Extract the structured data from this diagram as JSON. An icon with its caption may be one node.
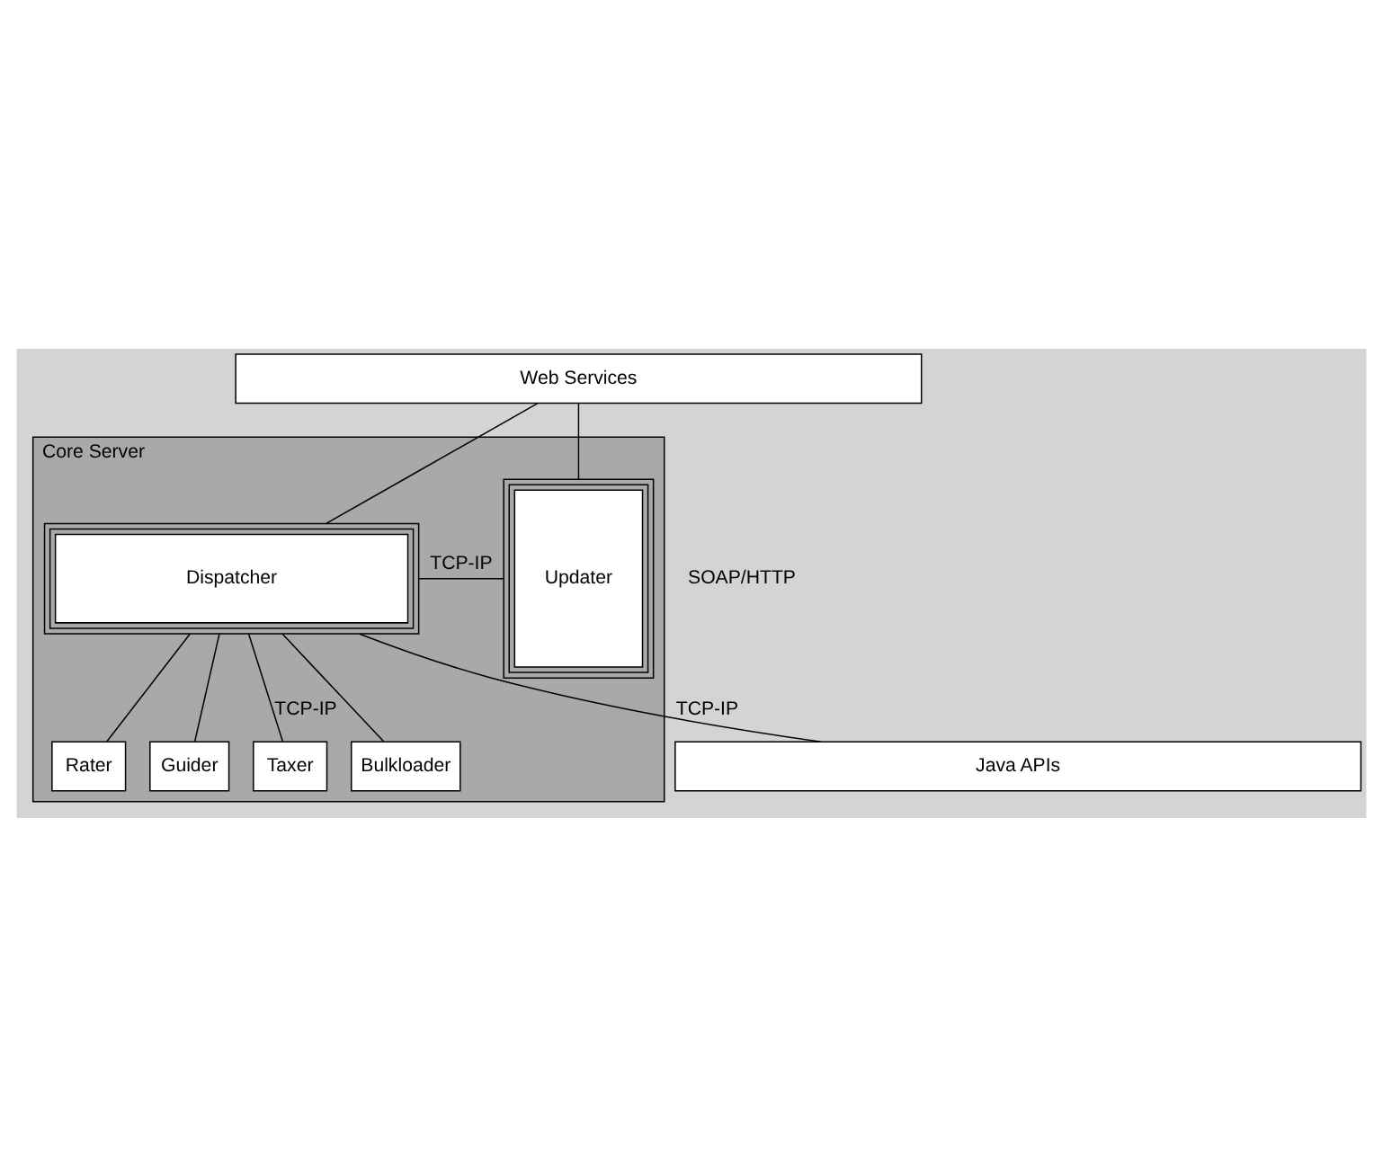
{
  "diagram": {
    "nodes": [
      {
        "text": [
          "Web Services"
        ]
      },
      {
        "text": [
          "Core Server"
        ]
      },
      {
        "text": [
          "Dispatcher"
        ],
        "in": 1
      },
      {
        "text": [
          "Updater"
        ],
        "in": 1
      },
      {
        "text": [
          "Rater"
        ],
        "in": 1
      },
      {
        "text": [
          "Guider"
        ],
        "in": 1
      },
      {
        "text": [
          "Taxer"
        ],
        "in": 1
      },
      {
        "text": [
          "Bulkloader"
        ],
        "in": 1
      },
      {
        "text": [
          "Java APIs"
        ]
      }
    ],
    "edges": [
      {
        "from": 0,
        "to": 2,
        "arrow": "none"
      },
      {
        "from": 0,
        "to": 3,
        "arrow": "none"
      },
      {
        "from": 2,
        "to": 3,
        "arrow": "none",
        "label": "TCP-IP"
      },
      {
        "from": 2,
        "to": 4,
        "arrow": "none"
      },
      {
        "from": 2,
        "to": 5,
        "arrow": "none"
      },
      {
        "from": 2,
        "to": 6,
        "arrow": "none",
        "label": "TCP-IP"
      },
      {
        "from": 2,
        "to": 7,
        "arrow": "none"
      },
      {
        "from": 2,
        "to": 8,
        "arrow": "none",
        "label": "TCP-IP"
      }
    ],
    "labels": [
      "SOAP/HTTP"
    ]
  }
}
